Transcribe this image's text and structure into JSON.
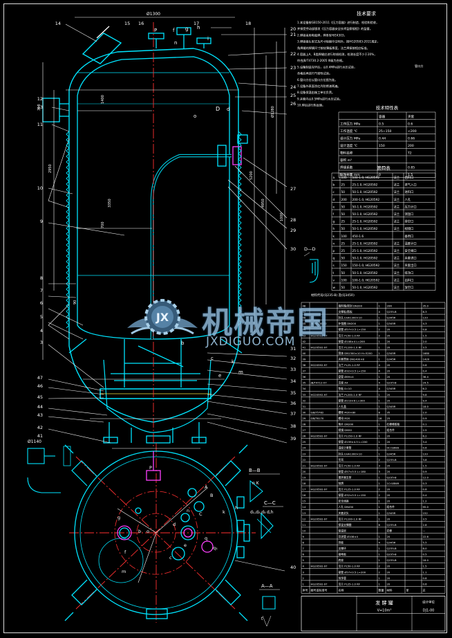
{
  "drawing": {
    "colors": {
      "background": "#000000",
      "vessel": "#00e5ff",
      "centerline": "#ff3030",
      "frame": "#e6e6e6",
      "dims": "#ffffff",
      "accent": "#ff40ff",
      "green": "#3cff3c",
      "yellow": "#f0e040"
    },
    "dims_top": [
      "Ø1300",
      "25"
    ],
    "dims_vertical": [
      "310",
      "2950",
      "5200",
      "4950",
      "Ø1280",
      "1000",
      "1400",
      "700",
      "90",
      "3350"
    ],
    "callouts_left": [
      "14",
      "13",
      "12",
      "11",
      "10",
      "9",
      "8",
      "7",
      "6",
      "5",
      "4",
      "3",
      "47",
      "46",
      "45",
      "44",
      "43",
      "42",
      "41"
    ],
    "callouts_top": [
      "15",
      "16",
      "17",
      "18"
    ],
    "callouts_right": [
      "20",
      "21",
      "22",
      "23",
      "24",
      "25",
      "26",
      "27",
      "28",
      "29",
      "30",
      "31",
      "32",
      "33",
      "34",
      "35",
      "36",
      "37",
      "38",
      "39",
      "40"
    ],
    "nozzle_letters": [
      "P",
      "f",
      "g",
      "h",
      "i",
      "d",
      "b",
      "c",
      "e",
      "k",
      "m",
      "n",
      "o"
    ],
    "sections": {
      "b": "B—B",
      "c": "C—C",
      "a": "A—A",
      "d": "D—D"
    },
    "section_labels": [
      "n",
      "K",
      "d₁,d₂,d₃",
      "d,h",
      "t",
      "D"
    ],
    "plan_labels": [
      "P",
      "A",
      "B",
      "C",
      "n",
      "e",
      "d",
      "b",
      "c",
      "q",
      "q₁",
      "g",
      "m",
      "o",
      "h",
      "k",
      "f"
    ],
    "detail_label": "Ø1140",
    "notes_title": "技术要求",
    "notes_lines": [
      "1.本设备按GB150-2011《压力容器》进行制造、检验和验收，",
      "  并接受劳动部颁发《压力容器安全技术监察规程》的监督。",
      "2.焊接采用电弧焊，焊条型号E4303，",
      "3.焊接接头型式及尺寸除图中注明外，按HG20583-2011规定，",
      "  角焊缝的焊脚尺寸按较薄板厚度，法兰焊接按相应标准。",
      "4.容器上A、B类焊缝应进行射线检测，检测长度不少于20%，",
      "  符合JB/T4730.2-2005 III级为合格。",
      "5.设备制造完毕后，以0.4MPa进行水压试验，",
      "  合格后再进行气密性试验。",
      "6.管口方位以管口方位图为准。",
      "7.设备外表面涂红丹防锈漆两遍。",
      "8.设备保温由施工单位负责。",
      "9.夹套内以0.5MPa进行水压试验。",
      "10.焊后进行热处理。"
    ],
    "notes_aside": "管口方",
    "design_table": {
      "title": "技术特性表",
      "header": [
        "",
        "容器",
        "夹套"
      ],
      "rows": [
        [
          "工作压力 MPa",
          "0.5",
          "0.6"
        ],
        [
          "工作温度 ℃",
          "25~150",
          "<200"
        ],
        [
          "设计压力 MPa",
          "0.44",
          "0.66"
        ],
        [
          "设计温度 ℃",
          "150",
          "200"
        ],
        [
          "物料名称",
          "",
          "T2"
        ],
        [
          "容积 m³",
          "",
          ""
        ],
        [
          "焊缝系数",
          "0.85",
          "0.85"
        ],
        [
          "腐蚀裕量 mm",
          "0",
          "1.5"
        ]
      ]
    },
    "nozzle_table": {
      "title": "管口表",
      "rows": [
        [
          "a",
          "100",
          "100-1.0, HG20592",
          "法兰",
          "出料口"
        ],
        [
          "b",
          "25",
          "25-1.0, HG20592",
          "法兰",
          "进气入口"
        ],
        [
          "c",
          "50",
          "50-1.0, HG20592",
          "法兰",
          "进料口"
        ],
        [
          "d",
          "200",
          "200-1.0, HG20592",
          "法兰",
          "人孔"
        ],
        [
          "e",
          "50",
          "50-1.0, HG20592",
          "法兰",
          "压力计口"
        ],
        [
          "f",
          "50",
          "50-1.0, HG20592",
          "法兰",
          "测温口"
        ],
        [
          "g",
          "25",
          "25-1.0, HG20592",
          "法兰",
          "排空口"
        ],
        [
          "h",
          "50",
          "50-1.0, HG20592",
          "法兰",
          "视镜口"
        ],
        [
          "k",
          "100",
          "450-1.6",
          "",
          "备用口"
        ],
        [
          "n",
          "25",
          "25-1.0, HG20592",
          "法兰",
          "温度计口"
        ],
        [
          "p",
          "25",
          "25-1.0, HG20592",
          "法兰",
          "安全阀口"
        ],
        [
          "q",
          "50",
          "50-1.0, HG20592",
          "法兰",
          "夹套进口"
        ],
        [
          "s",
          "150",
          "150-1.0, HG20592",
          "法兰",
          "夹套出口"
        ],
        [
          "t",
          "50",
          "50-1.0, HG20592",
          "法兰",
          "排净口"
        ],
        [
          "v",
          "100",
          "100-1.0, HG20592",
          "法兰",
          "出料口"
        ],
        [
          "w",
          "50",
          "50-1.0, HG20592",
          "法兰",
          "放空口"
        ]
      ]
    },
    "parts_caption": "材料代号(Q235-B) 及(Q345R)",
    "parts_rows": [
      [
        "48",
        "",
        "填料箱/密封 DN200",
        "1",
        "20R",
        "",
        "35.0"
      ],
      [
        "47",
        "",
        "支撑板/筋板",
        "4",
        "Q235-B",
        "",
        "8.3"
      ],
      [
        "46",
        "",
        "封头 EHA1300×10",
        "1",
        "Q345R",
        "",
        "133"
      ],
      [
        "45",
        "JB/T4736-02",
        "补强圈 DN200",
        "1",
        "Q345R",
        "",
        "4.3"
      ],
      [
        "44",
        "",
        "接管 Ø57×3.5 L=150",
        "2",
        "20",
        "",
        "0.8"
      ],
      [
        "43",
        "HG20592-97",
        "法兰 PL50-1.0 RF",
        "2",
        "20",
        "",
        "1.5"
      ],
      [
        "42",
        "",
        "接管 Ø108×4 L=200",
        "1",
        "20",
        "",
        "2.0"
      ],
      [
        "41",
        "HG20592-97",
        "法兰 PL100-1.0 RF",
        "1",
        "20",
        "",
        "3.5"
      ],
      [
        "40",
        "",
        "筒体 DN1300×10 H=5200",
        "1",
        "Q345R",
        "",
        "1680"
      ],
      [
        "39",
        "",
        "夹套筒体 DN1400×8",
        "1",
        "Q345R",
        "",
        "1420"
      ],
      [
        "38",
        "HG20592-97",
        "法兰 PL25-1.0 RF",
        "4",
        "20",
        "",
        "0.6"
      ],
      [
        "37",
        "",
        "接管 Ø32×3.5 L=150",
        "4",
        "20",
        "",
        "0.4"
      ],
      [
        "36",
        "",
        "盘管 Ø89×4",
        "1",
        "20",
        "",
        "36.4"
      ],
      [
        "35",
        "JB/T4712-07",
        "支座 A4",
        "4",
        "Q235-B",
        "",
        "24.5"
      ],
      [
        "34",
        "",
        "垫板 δ=10",
        "4",
        "Q345R",
        "",
        "6.2"
      ],
      [
        "33",
        "HG20592-97",
        "法兰 PL200-1.0 RF",
        "1",
        "20",
        "",
        "9.8"
      ],
      [
        "32",
        "",
        "接管 Ø219×6 L=300",
        "1",
        "20",
        "",
        "9.4"
      ],
      [
        "31",
        "",
        "人孔盖",
        "1",
        "Q345R",
        "",
        "18.0"
      ],
      [
        "30",
        "GB/T5782",
        "螺栓 M20×80",
        "8",
        "35",
        "",
        "2.0"
      ],
      [
        "29",
        "GB/T6170",
        "螺母 M20",
        "16",
        "25",
        "",
        "0.9"
      ],
      [
        "28",
        "",
        "垫片 DN200",
        "1",
        "石棉橡胶板",
        "",
        "0.1"
      ],
      [
        "27",
        "",
        "视镜 DN50",
        "1",
        "组合件",
        "",
        "2.5"
      ],
      [
        "26",
        "HG20592-97",
        "法兰 PL150-1.0 RF",
        "1",
        "20",
        "",
        "6.2"
      ],
      [
        "25",
        "",
        "接管 Ø159×4.5 L=200",
        "1",
        "20",
        "",
        "3.4"
      ],
      [
        "24",
        "",
        "温度计套管",
        "1",
        "0Cr18Ni9",
        "",
        "0.6"
      ],
      [
        "23",
        "",
        "封头 EHA1300×10",
        "1",
        "Q345R",
        "",
        "133"
      ],
      [
        "22",
        "",
        "吊耳",
        "2",
        "Q235-B",
        "",
        "3.8"
      ],
      [
        "21",
        "HG20592-97",
        "法兰 PL50-1.0 RF",
        "3",
        "20",
        "",
        "1.5"
      ],
      [
        "20",
        "",
        "接管 Ø57×3.5 L=180",
        "3",
        "20",
        "",
        "0.9"
      ],
      [
        "19",
        "",
        "搅拌器支架",
        "1",
        "Q235-B",
        "",
        "12.0"
      ],
      [
        "18",
        "",
        "铭牌",
        "1",
        "1Cr18Ni9",
        "",
        "0.3"
      ],
      [
        "17",
        "HG20592-97",
        "法兰 PL25-1.0 RF",
        "2",
        "20",
        "",
        "0.6"
      ],
      [
        "16",
        "",
        "接管 Ø32×3.5 L=150",
        "2",
        "20",
        "",
        "0.4"
      ],
      [
        "15",
        "",
        "安全阀座",
        "1",
        "20",
        "",
        "1.2"
      ],
      [
        "14",
        "",
        "人孔 DN450",
        "1",
        "组合件",
        "",
        "95.0"
      ],
      [
        "13",
        "",
        "夹套封头",
        "1",
        "Q345R",
        "",
        "152"
      ],
      [
        "12",
        "HG20592-97",
        "法兰 PL100-1.0 RF",
        "1",
        "20",
        "",
        "3.5"
      ],
      [
        "11",
        "",
        "保温支撑圈",
        "6",
        "Q235-B",
        "",
        "2.8"
      ],
      [
        "10",
        "",
        "保温层",
        "",
        "岩棉",
        "",
        "—"
      ],
      [
        "9",
        "",
        "导流管 Ø108×4",
        "1",
        "20",
        "",
        "22.6"
      ],
      [
        "8",
        "",
        "挡板",
        "4",
        "Q345R",
        "",
        "5.5"
      ],
      [
        "7",
        "",
        "支撑环",
        "1",
        "Q235-B",
        "",
        "8.0"
      ],
      [
        "6",
        "",
        "接地板",
        "1",
        "Q235-B",
        "",
        "0.5"
      ],
      [
        "5",
        "",
        "底座",
        "1",
        "Q235-B",
        "",
        "18.0"
      ],
      [
        "4",
        "HG20592-97",
        "法兰 PL50-1.0 RF",
        "2",
        "20",
        "",
        "1.5"
      ],
      [
        "3",
        "",
        "接管 Ø57×3.5 L=200",
        "2",
        "20",
        "",
        "1.1"
      ],
      [
        "2",
        "",
        "排净管",
        "1",
        "20",
        "",
        "0.8"
      ],
      [
        "1",
        "HG20592-97",
        "法兰 PL25-1.0 RF",
        "1",
        "20",
        "",
        "0.6"
      ]
    ],
    "parts_header": [
      "序号",
      "图号或标准号",
      "名称",
      "数量",
      "材料",
      "单",
      "总"
    ],
    "title_block": {
      "name": "发 酵 罐",
      "spec": "V=10m³",
      "drawing_no": "DJ1-00",
      "company": "设计单位"
    },
    "watermark": {
      "title": "机械帝国",
      "sub": "JXDIGUO.COM",
      "logo": "JX"
    }
  }
}
